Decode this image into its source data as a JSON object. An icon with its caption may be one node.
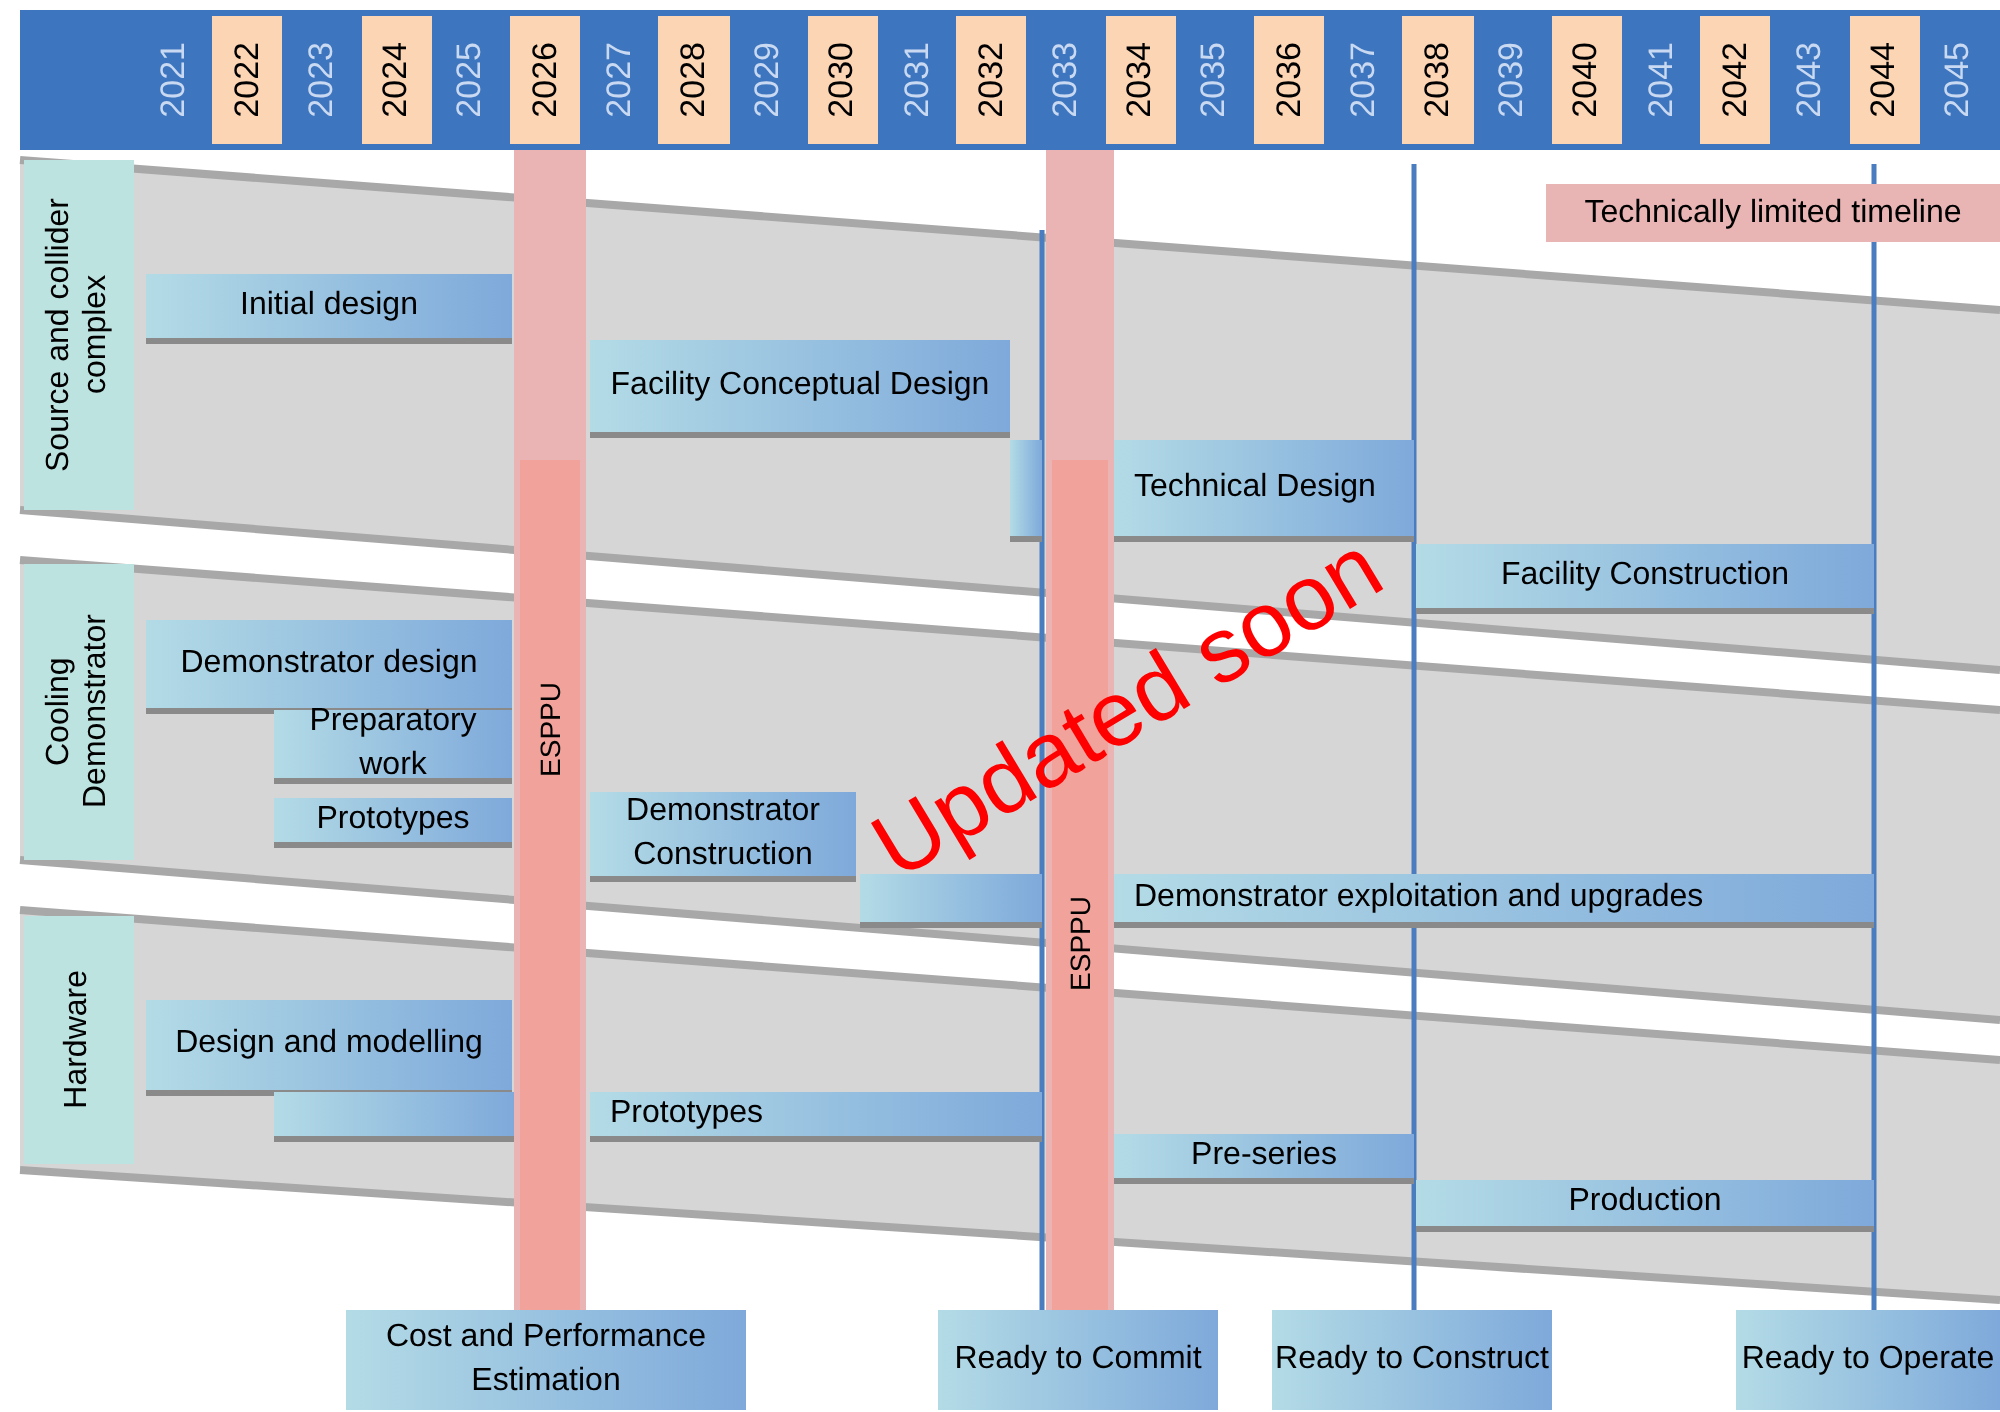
{
  "diagram": {
    "nodes": [
      {
        "text": [
          "Source and collider complex"
        ]
      },
      {
        "text": [
          "Initial design"
        ]
      },
      {
        "text": [
          "Facility Conceptual Design"
        ]
      },
      {
        "text": [],
        "shape": "bar"
      },
      {
        "text": [
          "Technical Design"
        ]
      },
      {
        "text": [
          "Facility Construction"
        ]
      },
      {
        "text": [
          "Cooling Demonstrator"
        ]
      },
      {
        "text": [
          "Demonstrator design"
        ]
      },
      {
        "text": [
          "Preparatory work"
        ]
      },
      {
        "text": [
          "Prototypes"
        ]
      },
      {
        "text": [
          "Demonstrator Construction"
        ]
      },
      {
        "text": [],
        "shape": "bar"
      },
      {
        "text": [
          "Demonstrator exploitation and upgrades"
        ]
      },
      {
        "text": [
          "Hardware"
        ]
      },
      {
        "text": [
          "Design and modelling"
        ]
      },
      {
        "text": [],
        "shape": "bar"
      },
      {
        "text": [
          "Prototypes"
        ]
      },
      {
        "text": [
          "Pre-series"
        ]
      },
      {
        "text": [
          "Production"
        ]
      },
      {
        "text": [
          "ESPPU"
        ]
      },
      {
        "text": [
          "ESPPU"
        ]
      },
      {
        "text": [
          "Technically limited timeline"
        ]
      },
      {
        "text": [
          "Cost and Performance Estimation"
        ]
      },
      {
        "text": [
          "Ready to Commit"
        ]
      },
      {
        "text": [
          "Ready to Construct"
        ]
      },
      {
        "text": [
          "Ready to Operate"
        ]
      }
    ],
    "edges": [],
    "labels": [
      "2021",
      "2022",
      "2023",
      "2024",
      "2025",
      "2026",
      "2027",
      "2028",
      "2029",
      "2030",
      "2031",
      "2032",
      "2033",
      "2034",
      "2035",
      "2036",
      "2037",
      "2038",
      "2039",
      "2040",
      "2041",
      "2042",
      "2043",
      "2044",
      "2045",
      "Updated soon"
    ]
  }
}
